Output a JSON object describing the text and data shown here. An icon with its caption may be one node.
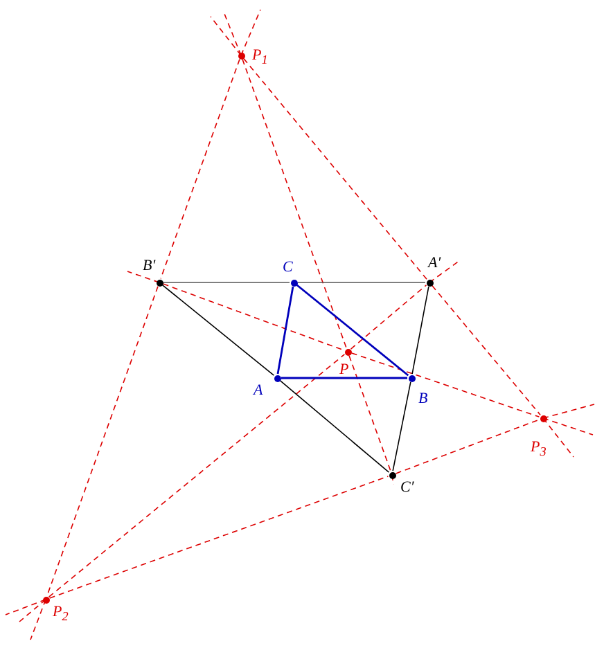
{
  "diagram": {
    "nodes": [
      {
        "text": [],
        "shape": "circle",
        "beside": [
          "P$_{1}$"
        ]
      },
      {
        "text": [],
        "shape": "circle",
        "beside": [
          "B′"
        ]
      },
      {
        "text": [],
        "shape": "circle",
        "beside": [
          "C"
        ]
      },
      {
        "text": [],
        "shape": "circle",
        "beside": [
          "A′"
        ]
      },
      {
        "text": [],
        "shape": "circle",
        "beside": [
          "P"
        ]
      },
      {
        "text": [],
        "shape": "circle",
        "beside": [
          "A"
        ]
      },
      {
        "text": [],
        "shape": "circle",
        "beside": [
          "B"
        ]
      },
      {
        "text": [],
        "shape": "circle",
        "beside": [
          "P$_{3}$"
        ]
      },
      {
        "text": [],
        "shape": "circle",
        "beside": [
          "C′"
        ]
      },
      {
        "text": [],
        "shape": "circle",
        "beside": [
          "P$_{2}$"
        ]
      }
    ],
    "edges": [
      {
        "from": 0,
        "to": 1,
        "arrow": "none",
        "style": "dashed"
      },
      {
        "from": 1,
        "to": 9,
        "arrow": "none",
        "style": "dashed"
      },
      {
        "from": 0,
        "to": 3,
        "arrow": "none",
        "style": "dashed"
      },
      {
        "from": 3,
        "to": 7,
        "arrow": "none",
        "style": "dashed"
      },
      {
        "from": 0,
        "to": 4,
        "arrow": "none",
        "style": "dashed"
      },
      {
        "from": 4,
        "to": 8,
        "arrow": "none",
        "style": "dashed"
      },
      {
        "from": 9,
        "to": 8,
        "arrow": "none",
        "style": "dashed"
      },
      {
        "from": 8,
        "to": 7,
        "arrow": "none",
        "style": "dashed"
      },
      {
        "from": 9,
        "to": 4,
        "arrow": "none",
        "style": "dashed"
      },
      {
        "from": 4,
        "to": 3,
        "arrow": "none",
        "style": "dashed"
      },
      {
        "from": 1,
        "to": 4,
        "arrow": "none",
        "style": "dashed"
      },
      {
        "from": 4,
        "to": 7,
        "arrow": "none",
        "style": "dashed"
      },
      {
        "from": 1,
        "to": 2,
        "arrow": "none",
        "color": "#555555"
      },
      {
        "from": 2,
        "to": 3,
        "arrow": "none",
        "color": "#555555"
      },
      {
        "from": 1,
        "to": 5,
        "arrow": "none",
        "color": "#000000"
      },
      {
        "from": 5,
        "to": 8,
        "arrow": "none",
        "color": "#000000"
      },
      {
        "from": 3,
        "to": 6,
        "arrow": "none",
        "color": "#000000"
      },
      {
        "from": 6,
        "to": 8,
        "arrow": "none",
        "color": "#000000"
      },
      {
        "from": 5,
        "to": 6,
        "arrow": "none",
        "color": "#0000bb"
      },
      {
        "from": 6,
        "to": 2,
        "arrow": "none",
        "color": "#0000bb"
      },
      {
        "from": 2,
        "to": 5,
        "arrow": "none",
        "color": "#0000bb"
      }
    ]
  }
}
